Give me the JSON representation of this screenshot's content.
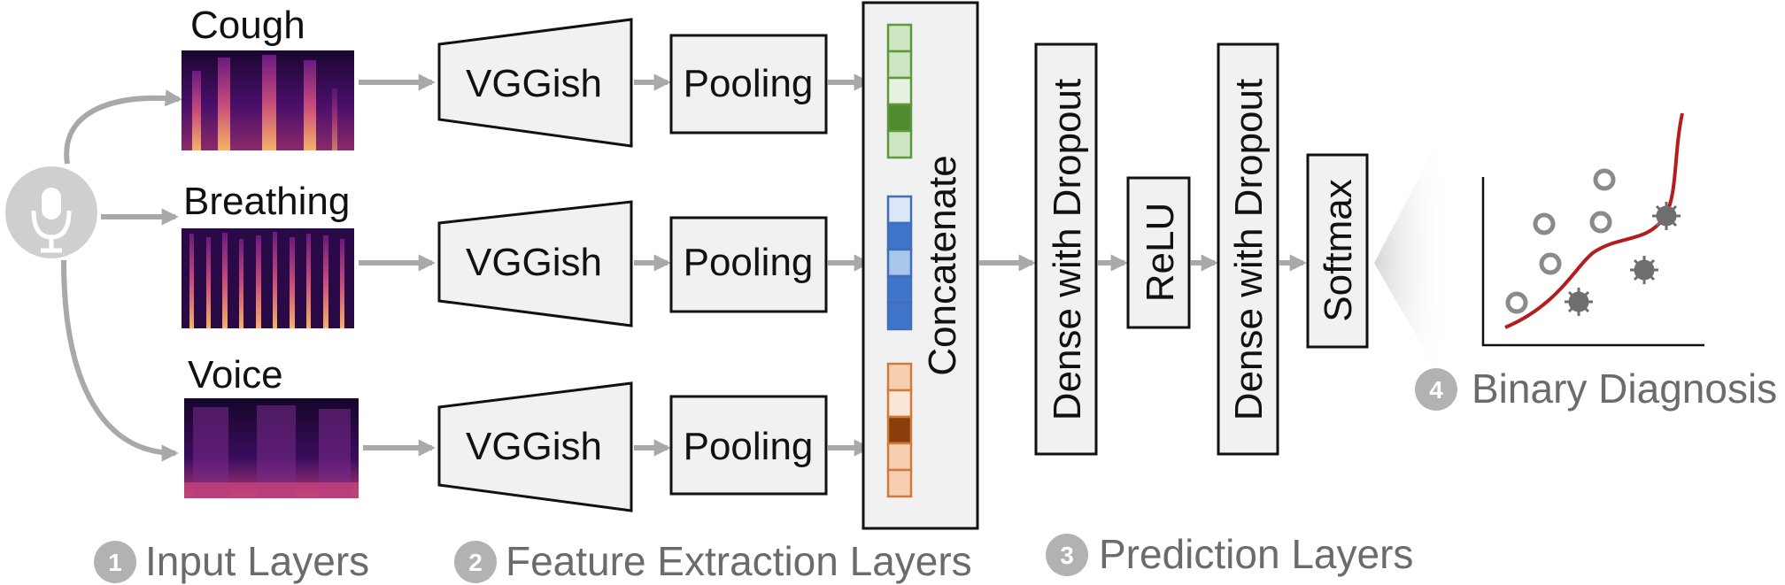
{
  "colors": {
    "arrow": "#a9a9a9",
    "box_fill": "#f1f1f1",
    "box_stroke": "#111111",
    "section_text": "#6b6b6b",
    "cough_feature": "#4f8a2f",
    "breathing_feature": "#3f74c8",
    "voice_feature": "#8a3e0c",
    "decision_curve": "#b51c1c"
  },
  "inputs": [
    {
      "label": "Cough",
      "extractor": "VGGish",
      "pool": "Pooling"
    },
    {
      "label": "Breathing",
      "extractor": "VGGish",
      "pool": "Pooling"
    },
    {
      "label": "Voice",
      "extractor": "VGGish",
      "pool": "Pooling"
    }
  ],
  "concat_label": "Concatenate",
  "prediction": {
    "dense1": "Dense with Dropout",
    "relu": "ReLU",
    "dense2": "Dense with Dropout",
    "softmax": "Softmax"
  },
  "sections": [
    {
      "num": "1",
      "label": "Input Layers"
    },
    {
      "num": "2",
      "label": "Feature Extraction Layers"
    },
    {
      "num": "3",
      "label": "Prediction Layers"
    },
    {
      "num": "4",
      "label": "Binary Diagnosis"
    }
  ],
  "icons": {
    "microphone": "microphone-icon",
    "healthy": "ring-icon",
    "virus": "virus-icon"
  }
}
